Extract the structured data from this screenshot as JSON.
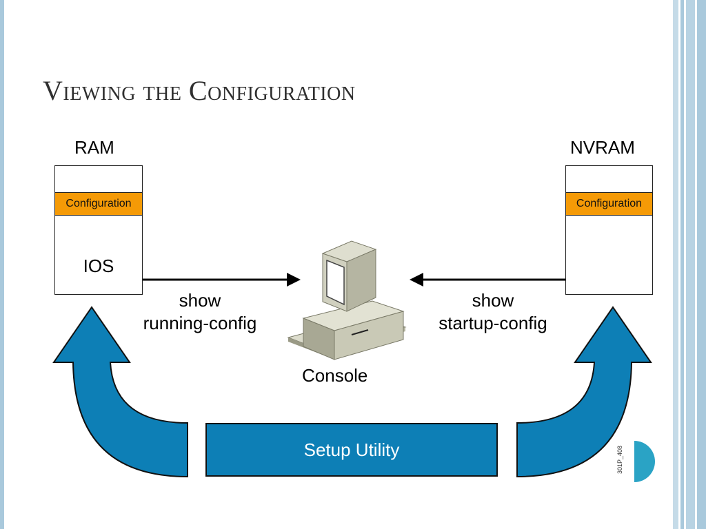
{
  "slide": {
    "title": "Viewing the Configuration"
  },
  "ram": {
    "title": "RAM",
    "config_label": "Configuration",
    "ios_label": "IOS"
  },
  "nvram": {
    "title": "NVRAM",
    "config_label": "Configuration"
  },
  "commands": {
    "left": {
      "line1": "show",
      "line2": "running-config"
    },
    "right": {
      "line1": "show",
      "line2": "startup-config"
    }
  },
  "console": {
    "label": "Console"
  },
  "setup": {
    "label": "Setup Utility"
  },
  "figure_code": "301P_408",
  "colors": {
    "flow_blue": "#0d7fb6",
    "config_orange": "#f59a06",
    "border_blue": "#a9c9dc",
    "accent_teal": "#2aa3c5",
    "title_text": "#2f2f2f"
  }
}
